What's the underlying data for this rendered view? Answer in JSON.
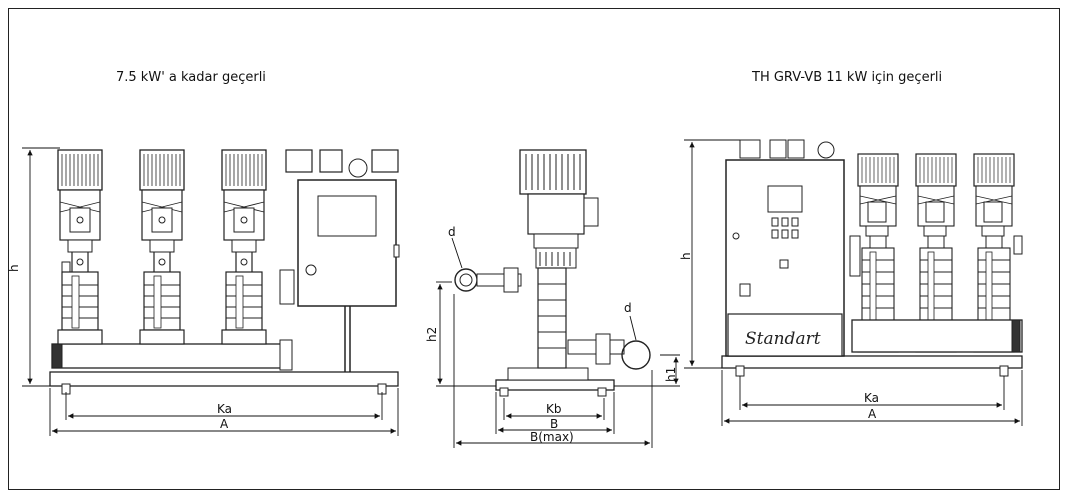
{
  "headings": {
    "left": "7.5 kW' a kadar geçerli",
    "right": "TH GRV-VB 11 kW için geçerli"
  },
  "logo_text": "Standart",
  "dimension_labels": {
    "front_left": {
      "h": "h",
      "ka": "Ka",
      "a": "A"
    },
    "side": {
      "d_top": "d",
      "d_bottom": "d",
      "h2": "h2",
      "h1": "h1",
      "kb": "Kb",
      "b": "B",
      "bmax": "B(max)"
    },
    "right": {
      "h": "h",
      "ka": "Ka",
      "a": "A"
    }
  }
}
